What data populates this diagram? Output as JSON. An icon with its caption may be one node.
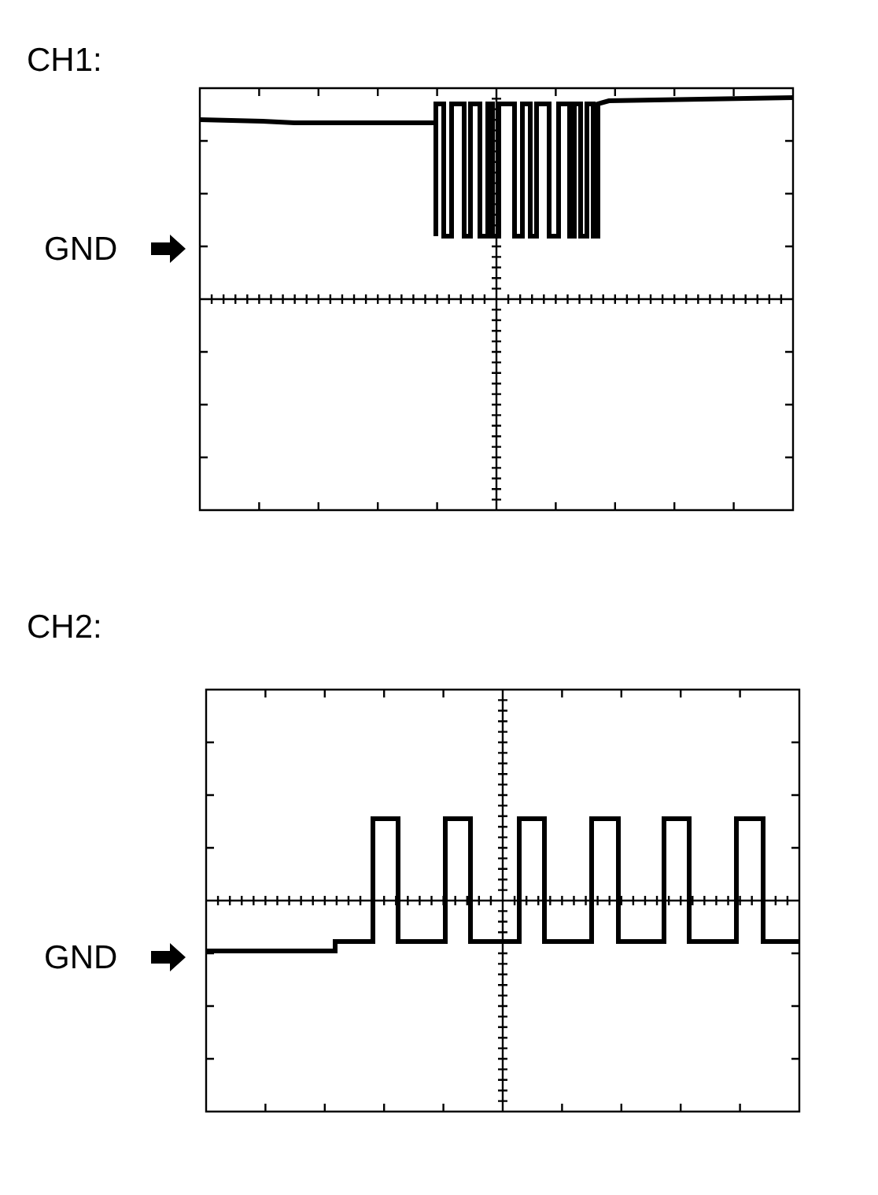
{
  "diagram": {
    "labels": [
      "CH1:",
      "GND",
      "CH2:",
      "GND"
    ]
  }
}
